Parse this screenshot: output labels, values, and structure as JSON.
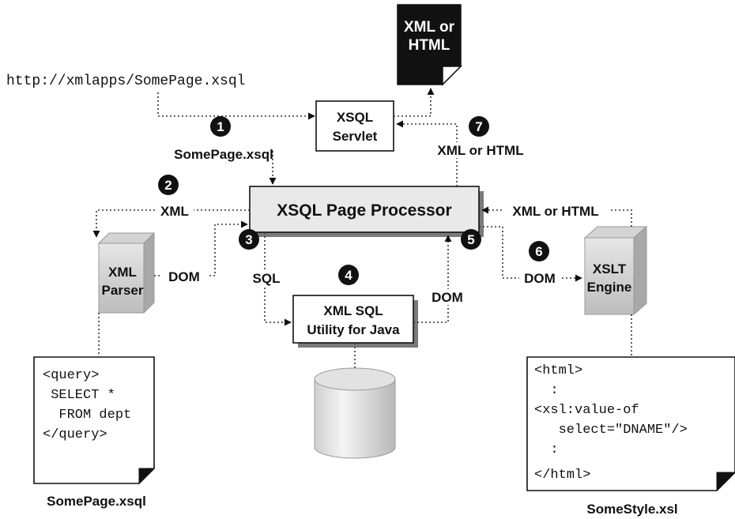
{
  "url": "http://xmlapps/SomePage.xsql",
  "output_doc": {
    "line1": "XML or",
    "line2": "HTML"
  },
  "servlet": {
    "line1": "XSQL",
    "line2": "Servlet"
  },
  "processor": {
    "label": "XSQL Page Processor"
  },
  "parser": {
    "line1": "XML",
    "line2": "Parser"
  },
  "xslt": {
    "line1": "XSLT",
    "line2": "Engine"
  },
  "utility": {
    "line1": "XML SQL",
    "line2": "Utility for Java"
  },
  "steps": [
    "1",
    "2",
    "3",
    "4",
    "5",
    "6",
    "7"
  ],
  "labels": {
    "somepage_xsql": "SomePage.xsql",
    "xml": "XML",
    "dom_left": "DOM",
    "sql": "SQL",
    "dom_util": "DOM",
    "dom_right": "DOM",
    "xml_or_html_top": "XML or HTML",
    "xml_or_html_right": "XML or HTML"
  },
  "query_doc": {
    "lines": [
      "<query>",
      " SELECT *",
      "  FROM dept",
      "</query>"
    ],
    "caption": "SomePage.xsql"
  },
  "style_doc": {
    "lines": [
      "<html>",
      "  :",
      "<xsl:value-of",
      "   select=\"DNAME\"/>",
      "  :",
      "</html>"
    ],
    "caption": "SomeStyle.xsl"
  }
}
